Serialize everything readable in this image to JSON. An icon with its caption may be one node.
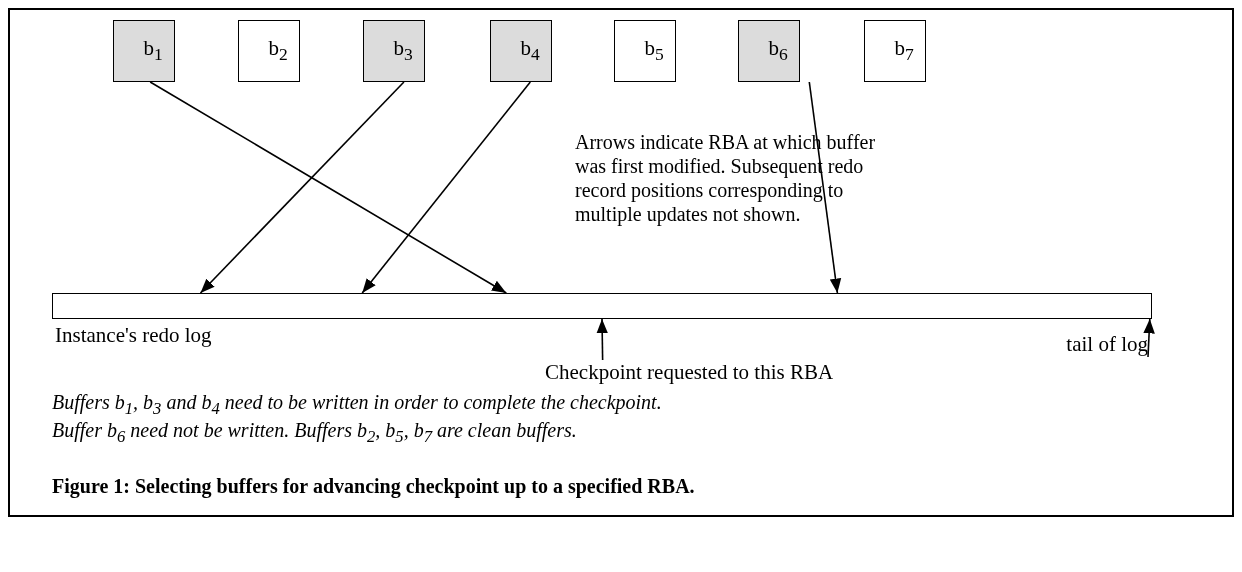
{
  "diagram": {
    "caption": "Figure 1: Selecting buffers for advancing checkpoint up to a specified RBA.",
    "nodes": [
      {
        "text": [
          "b$_{1}$"
        ]
      },
      {
        "text": [
          "b$_{2}$"
        ]
      },
      {
        "text": [
          "b$_{3}$"
        ]
      },
      {
        "text": [
          "b$_{4}$"
        ]
      },
      {
        "text": [
          "b$_{5}$"
        ]
      },
      {
        "text": [
          "b$_{6}$"
        ]
      },
      {
        "text": [
          "b$_{7}$"
        ]
      },
      {
        "text": [
          "Instance's redo log"
        ]
      },
      {
        "text": [
          "Checkpoint requested to this RBA"
        ]
      },
      {
        "text": [
          "tail of log"
        ]
      }
    ],
    "edges": [
      {
        "from": 0,
        "to": 7,
        "arrow": "to"
      },
      {
        "from": 2,
        "to": 7,
        "arrow": "to"
      },
      {
        "from": 3,
        "to": 7,
        "arrow": "to"
      },
      {
        "from": 5,
        "to": 7,
        "arrow": "to"
      },
      {
        "from": 8,
        "to": 7,
        "arrow": "to"
      },
      {
        "from": 9,
        "to": 7,
        "arrow": "to"
      }
    ],
    "labels": [
      "Arrows indicate RBA at which buffer was first modified. Subsequent redo record positions corresponding to multiple updates not shown.",
      "Buffers b$_{1}$, b$_{3}$ and b$_{4}$ need to be written in order to complete the checkpoint.",
      "Buffer b$_{6}$ need not be written. Buffers b$_{2}$, b$_{5}$, b$_{7}$ are clean buffers."
    ]
  }
}
